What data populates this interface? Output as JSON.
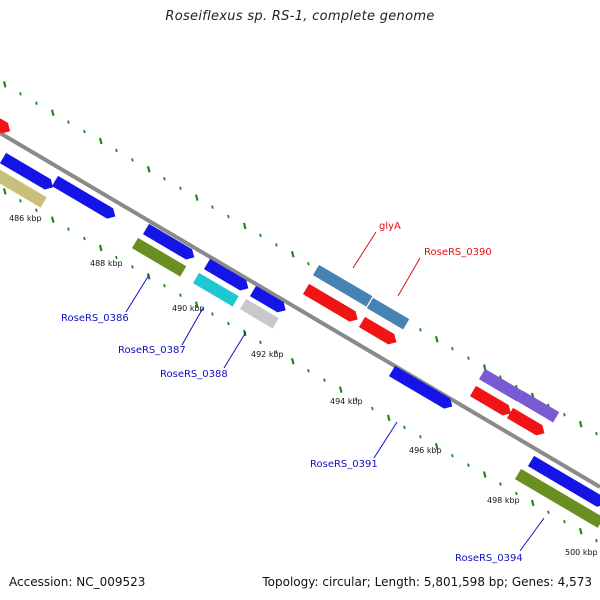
{
  "title": "Roseiflexus sp. RS-1, complete genome",
  "footer": {
    "accession": "Accession: NC_009523",
    "summary": "Topology: circular; Length: 5,801,598 bp; Genes: 4,573"
  },
  "scale_labels": [
    "486 kbp",
    "488 kbp",
    "490 kbp",
    "492 kbp",
    "494 kbp",
    "496 kbp",
    "498 kbp",
    "500 kbp"
  ],
  "gene_labels": [
    {
      "id": "roseRS_0386",
      "text": "RoseRS_0386",
      "color": "#1010c0"
    },
    {
      "id": "roseRS_0387",
      "text": "RoseRS_0387",
      "color": "#1010c0"
    },
    {
      "id": "roseRS_0388",
      "text": "RoseRS_0388",
      "color": "#1010c0"
    },
    {
      "id": "glyA",
      "text": "glyA",
      "color": "#e01010"
    },
    {
      "id": "roseRS_0390",
      "text": "RoseRS_0390",
      "color": "#e01010"
    },
    {
      "id": "roseRS_0391",
      "text": "RoseRS_0391",
      "color": "#1010c0"
    },
    {
      "id": "roseRS_0394",
      "text": "RoseRS_0394",
      "color": "#1010c0"
    }
  ],
  "colors": {
    "backbone": "#8a8a8a",
    "tick_green": "#1a8a1a",
    "gene_blue": "#1414e6",
    "gene_red": "#f01414",
    "gene_olive": "#6b8e23",
    "gene_tan": "#c8c07a",
    "gene_cyan": "#1ec8d2",
    "gene_silver": "#c8c8cc",
    "gene_steel": "#4682b4",
    "gene_purple": "#7a5ad2"
  }
}
